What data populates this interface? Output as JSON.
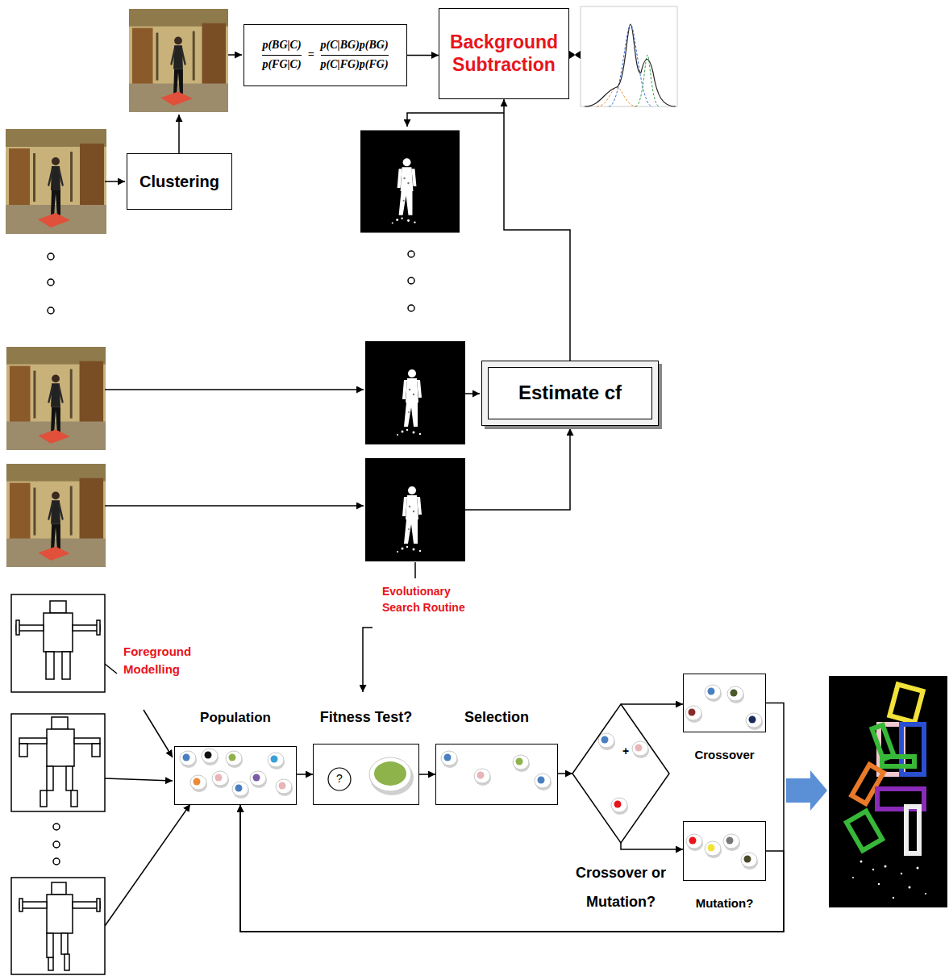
{
  "diagram": {
    "nodes": [
      {
        "text": [
          "Clustering"
        ]
      },
      {
        "text": [
          "p(BG|C)",
          "p(FG|C)",
          "=",
          "p(C|BG)p(BG)",
          "p(C|FG)p(FG)"
        ]
      },
      {
        "text": [
          "Background Subtraction"
        ]
      },
      {
        "text": [
          "Estimate cf"
        ]
      },
      {
        "text": [
          "Population"
        ]
      },
      {
        "text": [
          "Fitness Test?"
        ]
      },
      {
        "text": [
          "Selection"
        ]
      },
      {
        "text": [
          "Crossover or Mutation?"
        ]
      },
      {
        "text": [
          "Crossover"
        ]
      },
      {
        "text": [
          "Mutation?"
        ]
      }
    ],
    "edges": [
      {
        "from": 1,
        "to": 2,
        "arrow": "to"
      },
      {
        "from": 3,
        "to": 2,
        "arrow": "to"
      },
      {
        "from": 4,
        "to": 5,
        "arrow": "to"
      },
      {
        "from": 5,
        "to": 6,
        "arrow": "to"
      },
      {
        "from": 6,
        "to": 7,
        "arrow": "to"
      },
      {
        "from": 7,
        "to": 8,
        "arrow": "to"
      },
      {
        "from": 7,
        "to": 9,
        "arrow": "to"
      },
      {
        "from": 8,
        "to": 4,
        "arrow": "to"
      },
      {
        "from": 9,
        "to": 4,
        "arrow": "to"
      }
    ],
    "labels": [
      "Evolutionary Search Routine",
      "Foreground Modelling",
      "?",
      "+"
    ]
  }
}
